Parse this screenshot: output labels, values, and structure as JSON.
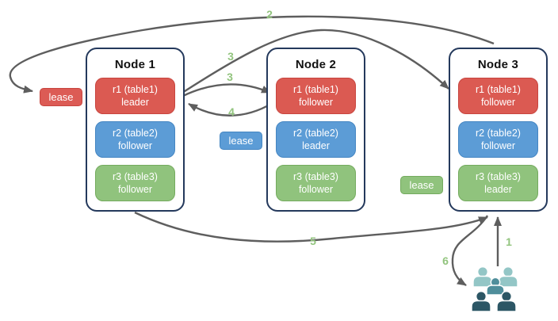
{
  "nodes": [
    {
      "title": "Node 1",
      "replicas": [
        {
          "name": "r1 (table1)",
          "role": "leader",
          "color": "#db5a52"
        },
        {
          "name": "r2 (table2)",
          "role": "follower",
          "color": "#5c9cd6"
        },
        {
          "name": "r3 (table3)",
          "role": "follower",
          "color": "#90c37d"
        }
      ]
    },
    {
      "title": "Node 2",
      "replicas": [
        {
          "name": "r1 (table1)",
          "role": "follower",
          "color": "#db5a52"
        },
        {
          "name": "r2 (table2)",
          "role": "leader",
          "color": "#5c9cd6"
        },
        {
          "name": "r3 (table3)",
          "role": "follower",
          "color": "#90c37d"
        }
      ]
    },
    {
      "title": "Node 3",
      "replicas": [
        {
          "name": "r1 (table1)",
          "role": "follower",
          "color": "#db5a52"
        },
        {
          "name": "r2 (table2)",
          "role": "follower",
          "color": "#5c9cd6"
        },
        {
          "name": "r3 (table3)",
          "role": "leader",
          "color": "#90c37d"
        }
      ]
    }
  ],
  "leases": [
    {
      "label": "lease",
      "color": "#dc5b55"
    },
    {
      "label": "lease",
      "color": "#5c9cd6"
    },
    {
      "label": "lease",
      "color": "#90c37d"
    }
  ],
  "steps": {
    "s1": "1",
    "s2": "2",
    "s3_long": "3",
    "s3_short": "3",
    "s4": "4",
    "s5": "5",
    "s6": "6"
  },
  "icons": {
    "users": "users-group-icon"
  },
  "colors": {
    "node_border": "#24395c",
    "arrow": "#5e5e5e",
    "step_label": "#92c47e",
    "users_light": "#93c6c6",
    "users_mid": "#4f8e9b",
    "users_dark": "#2c5665"
  }
}
